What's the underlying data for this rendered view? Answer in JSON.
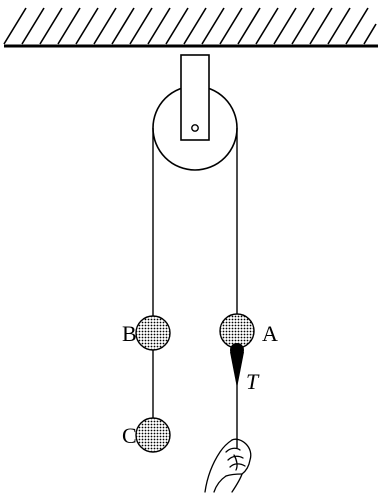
{
  "labels": {
    "ball_b": "B",
    "ball_a": "A",
    "ball_c": "C",
    "tension": "T"
  },
  "icons": {
    "ceiling": "hatched-ceiling-icon",
    "pulley": "pulley-icon",
    "hand": "hand-icon",
    "arrow": "arrow-down-icon"
  },
  "colors": {
    "ink": "#000000",
    "paper": "#ffffff"
  }
}
